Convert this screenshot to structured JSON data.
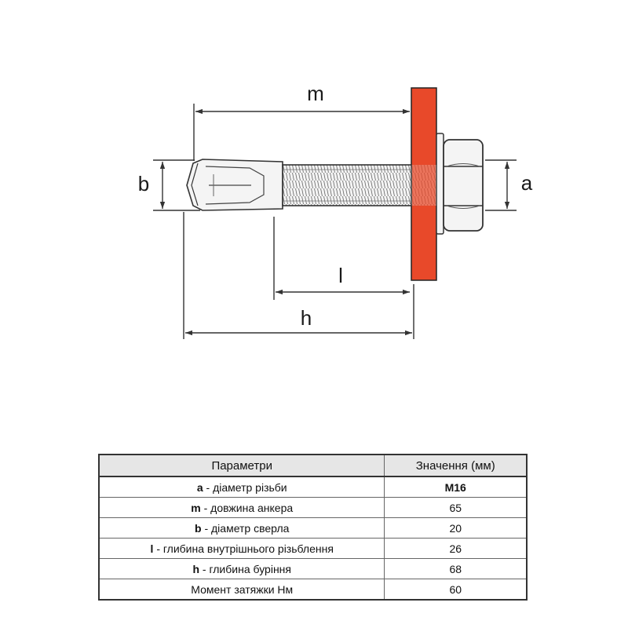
{
  "drawing": {
    "labels": {
      "m": "m",
      "b": "b",
      "a": "a",
      "l": "l",
      "h": "h"
    },
    "colors": {
      "plate": "#e8492a",
      "line": "#333333",
      "metal_fill": "#f2f2f2"
    }
  },
  "table": {
    "headers": {
      "param": "Параметри",
      "value": "Значення (мм)"
    },
    "rows": [
      {
        "sym": "a",
        "desc": " - діаметр різьби",
        "value": "M16",
        "bold_value": true
      },
      {
        "sym": "m",
        "desc": " - довжина анкера",
        "value": "65"
      },
      {
        "sym": "b",
        "desc": " - діаметр сверла",
        "value": "20"
      },
      {
        "sym": "l",
        "desc": " - глибина внутрішнього різьблення",
        "value": "26"
      },
      {
        "sym": "h",
        "desc": " - глибина буріння",
        "value": "68"
      },
      {
        "sym": "",
        "desc": "Момент затяжки Нм",
        "value": "60"
      }
    ]
  }
}
